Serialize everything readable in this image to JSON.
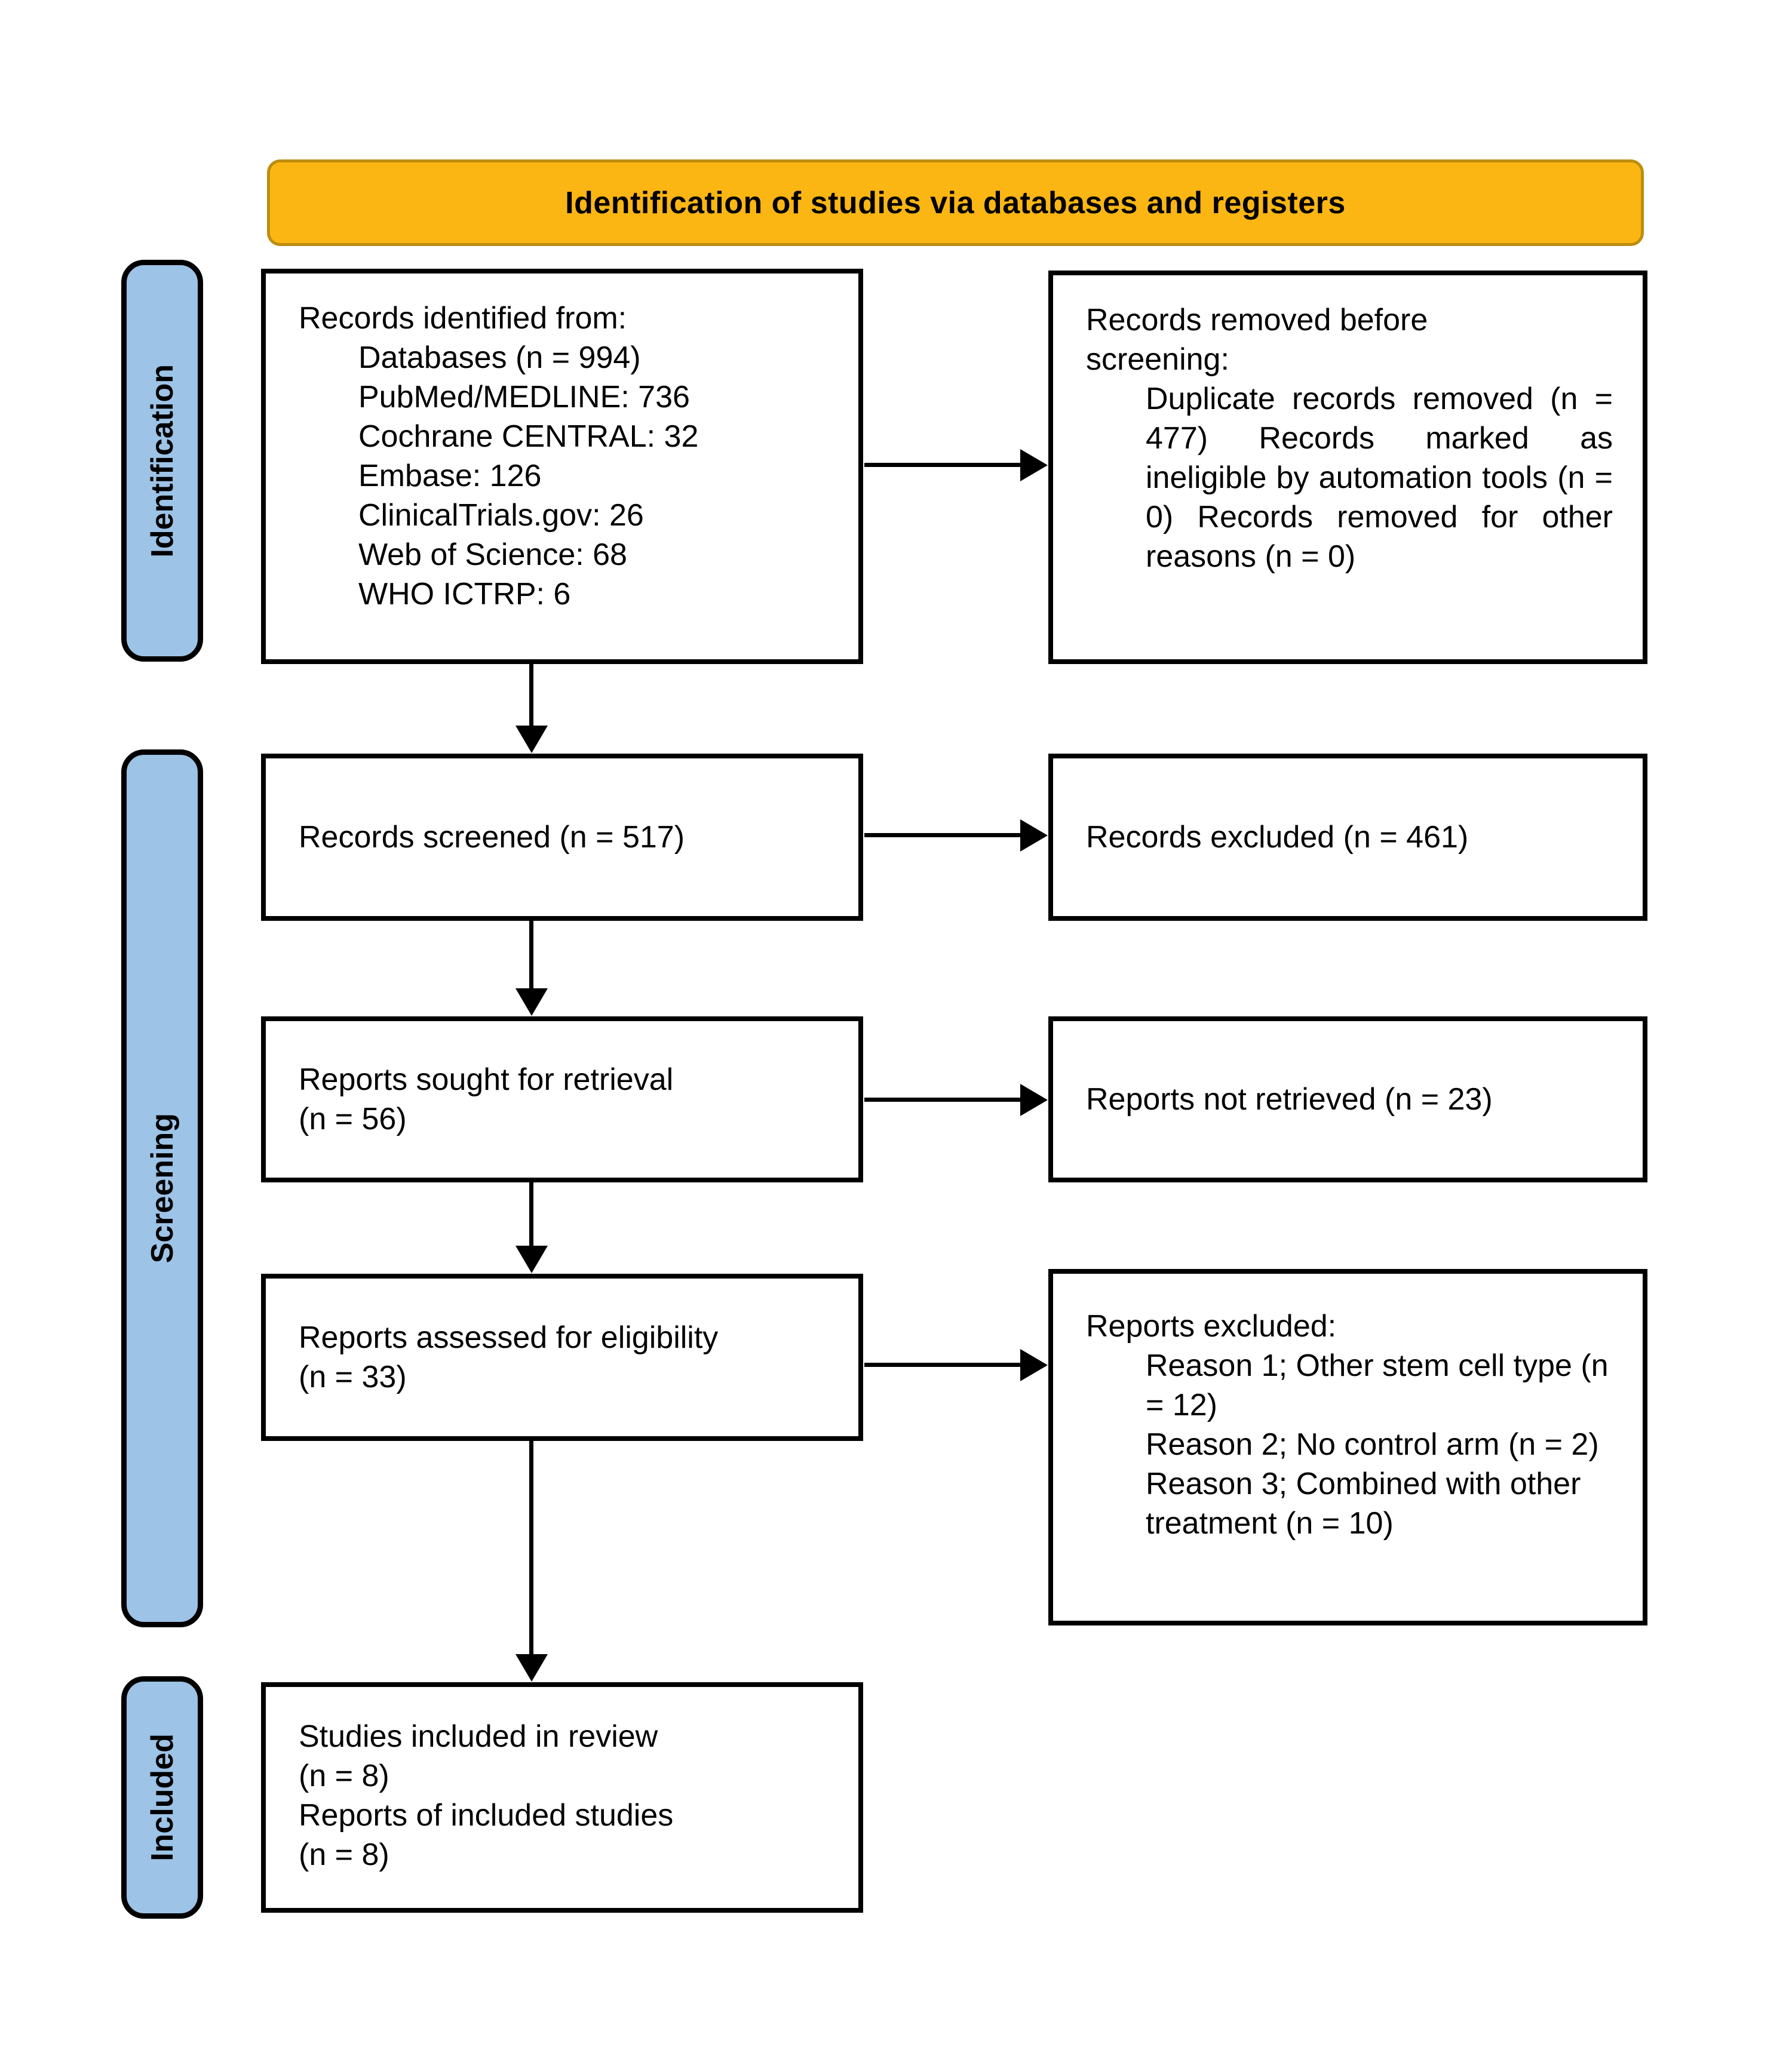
{
  "banner": {
    "title": "Identification of studies via databases and registers"
  },
  "colors": {
    "banner_fill": "#FCB613",
    "banner_border": "#BC8D0F",
    "stage_fill": "#9DC3E6"
  },
  "stages": [
    {
      "label": "Identification"
    },
    {
      "label": "Screening"
    },
    {
      "label": "Included"
    }
  ],
  "boxes": {
    "identified": {
      "heading": "Records identified from:",
      "items": [
        "Databases (n = 994)",
        "PubMed/MEDLINE: 736",
        "Cochrane CENTRAL: 32",
        "Embase: 126",
        "ClinicalTrials.gov: 26",
        "Web of Science: 68",
        "WHO ICTRP: 6"
      ]
    },
    "removed": {
      "heading": "Records removed before screening:",
      "body": "Duplicate records removed (n = 477) Records marked as ineligible by automation tools (n = 0) Records removed for other reasons (n = 0)"
    },
    "screened": {
      "text": "Records screened (n = 517)"
    },
    "excluded": {
      "text": "Records excluded (n = 461)"
    },
    "sought": {
      "lines": [
        "Reports sought for retrieval",
        "(n = 56)"
      ]
    },
    "not_retrieved": {
      "text": "Reports not retrieved (n = 23)"
    },
    "assessed": {
      "lines": [
        "Reports assessed for eligibility",
        "(n = 33)"
      ]
    },
    "reports_excluded": {
      "heading": "Reports excluded:",
      "items": [
        "Reason 1; Other stem cell type (n = 12)",
        "Reason 2; No control arm (n = 2)",
        "Reason 3; Combined with other treatment (n = 10)"
      ]
    },
    "included": {
      "lines": [
        "Studies included in review",
        "(n = 8)",
        "Reports of included studies",
        "(n = 8)"
      ]
    }
  }
}
